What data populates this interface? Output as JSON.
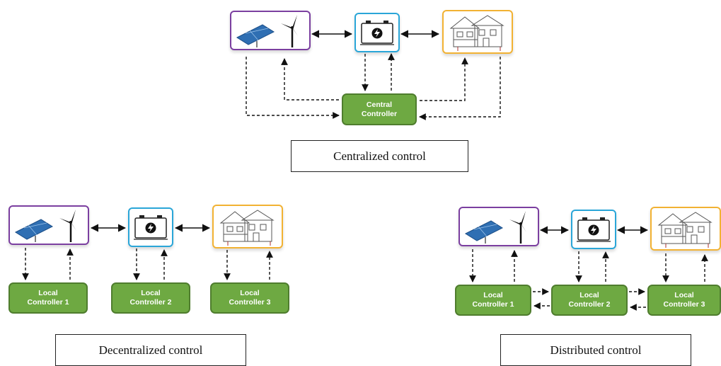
{
  "centralized": {
    "controller": {
      "line1": "Central",
      "line2": "Controller"
    },
    "caption": "Centralized control"
  },
  "decentralized": {
    "controllers": [
      {
        "line1": "Local",
        "line2": "Controller 1"
      },
      {
        "line1": "Local",
        "line2": "Controller 2"
      },
      {
        "line1": "Local",
        "line2": "Controller 3"
      }
    ],
    "caption": "Decentralized control"
  },
  "distributed": {
    "controllers": [
      {
        "line1": "Local",
        "line2": "Controller 1"
      },
      {
        "line1": "Local",
        "line2": "Controller 2"
      },
      {
        "line1": "Local",
        "line2": "Controller 3"
      }
    ],
    "caption": "Distributed control"
  },
  "colors": {
    "source_border": "#7b3fa0",
    "storage_border": "#2aa6d8",
    "load_border": "#f2b233",
    "controller_fill": "#6ea942"
  },
  "icons": [
    "solar-panel-icon",
    "wind-turbine-icon",
    "battery-icon",
    "house-icon"
  ]
}
